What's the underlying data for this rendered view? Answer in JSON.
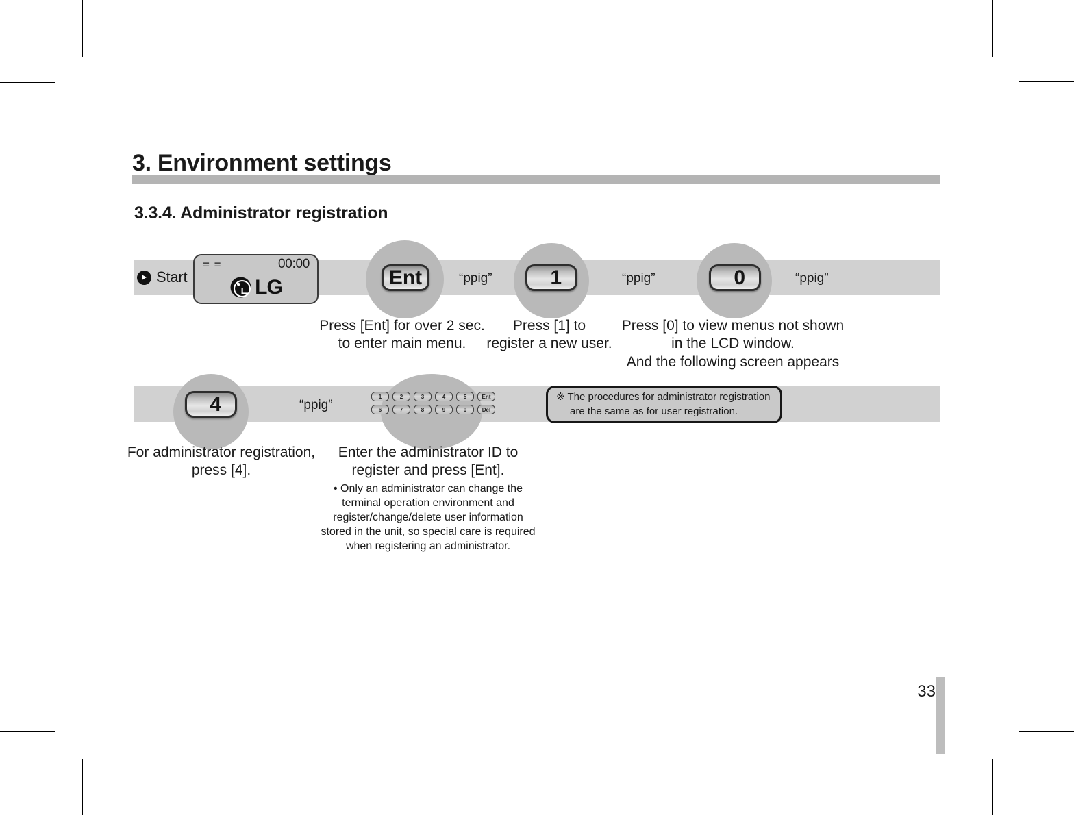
{
  "document": {
    "chapter_title": "3. Environment settings",
    "section_title": "3.3.4. Administrator registration",
    "page_number": "33"
  },
  "colors": {
    "band": "#d1d1d1",
    "halo": "#b9b9b9",
    "rule": "#b4b4b4",
    "page_bar": "#bdbdbd",
    "text": "#1a1a1a",
    "key_border": "#2e2e2e"
  },
  "flow": {
    "start": {
      "icon": "play-circle-icon",
      "label": "Start"
    },
    "lcd": {
      "left_indicator": "= =",
      "time": "00:00",
      "logo_text": "LG",
      "logo_mark": "lg-face-logo"
    },
    "steps": [
      {
        "key_label": "Ent",
        "sound": "“ppig”",
        "caption_lines": [
          "Press [Ent] for over 2 sec.",
          "to enter main menu."
        ]
      },
      {
        "key_label": "1",
        "sound": "“ppig”",
        "caption_lines": [
          "Press [1] to",
          "register a new user."
        ]
      },
      {
        "key_label": "0",
        "sound": "“ppig”",
        "caption_lines": [
          "Press [0] to view menus not shown",
          "in the LCD window.",
          "And the following screen appears"
        ]
      },
      {
        "key_label": "4",
        "sound": "“ppig”",
        "caption_lines": [
          "For administrator registration,",
          "press [4]."
        ]
      },
      {
        "key_label": "keypad",
        "caption_lines": [
          "Enter the administrator ID to",
          "register and press [Ent]."
        ],
        "caption_small_lines": [
          "• Only an administrator can change the",
          "terminal operation environment and",
          "register/change/delete user information",
          "stored in the unit, so special care is required",
          "when registering an administrator."
        ]
      }
    ],
    "keypad": {
      "row1": [
        "1",
        "2",
        "3",
        "4",
        "5",
        "Ent"
      ],
      "row2": [
        "6",
        "7",
        "8",
        "9",
        "0",
        "Del"
      ]
    },
    "note": {
      "marker": "※",
      "lines": [
        "The procedures for administrator registration",
        "are the same as for user registration."
      ]
    }
  }
}
